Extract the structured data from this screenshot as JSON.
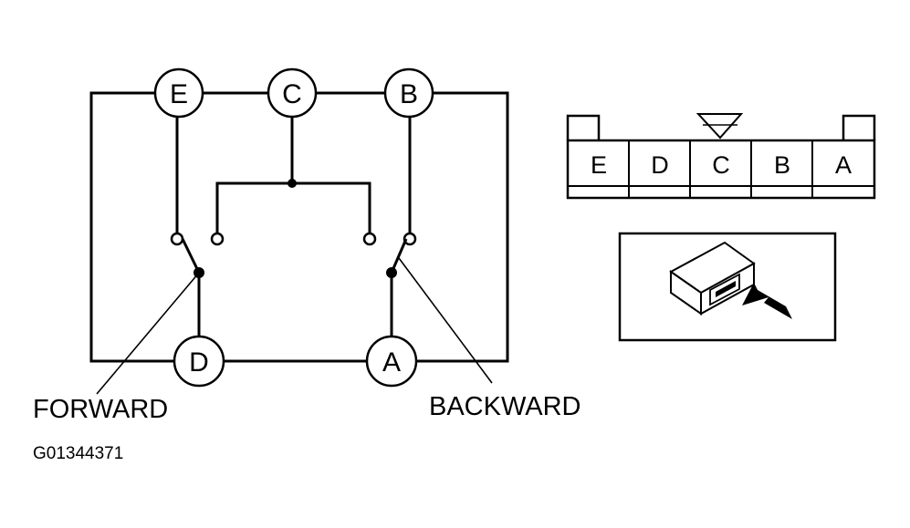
{
  "terminals": {
    "e": "E",
    "c": "C",
    "b": "B",
    "d": "D",
    "a": "A"
  },
  "connector": {
    "pins": [
      "E",
      "D",
      "C",
      "B",
      "A"
    ]
  },
  "labels": {
    "forward": "FORWARD",
    "backward": "BACKWARD"
  },
  "figure_id": "G01344371"
}
